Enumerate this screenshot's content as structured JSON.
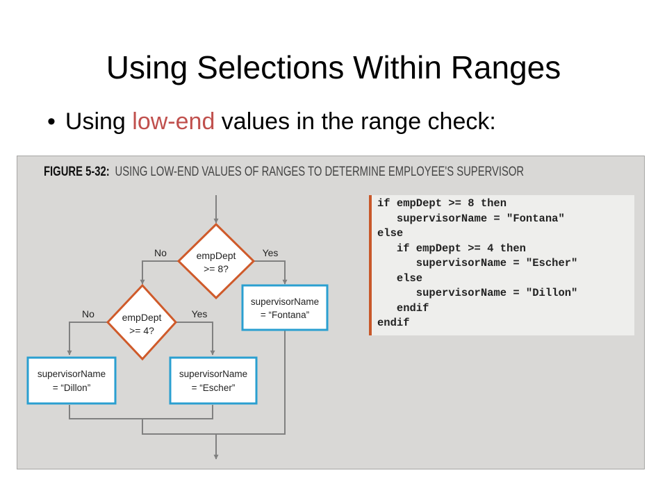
{
  "title": "Using Selections Within Ranges",
  "bullet": {
    "before": "Using ",
    "highlight": "low-end",
    "after": " values in the range check:"
  },
  "figure": {
    "number": "FIGURE 5-32:",
    "caption": "USING LOW-END VALUES OF RANGES TO DETERMINE EMPLOYEE'S SUPERVISOR"
  },
  "flowchart": {
    "decision1": {
      "line1": "empDept",
      "line2": ">= 8?"
    },
    "decision2": {
      "line1": "empDept",
      "line2": ">= 4?"
    },
    "labels": {
      "no1": "No",
      "yes1": "Yes",
      "no2": "No",
      "yes2": "Yes"
    },
    "process_fontana": {
      "line1": "supervisorName",
      "line2": "= “Fontana”"
    },
    "process_dillon": {
      "line1": "supervisorName",
      "line2": "= “Dillon”"
    },
    "process_escher": {
      "line1": "supervisorName",
      "line2": "= “Escher”"
    }
  },
  "code": [
    "if empDept >= 8 then",
    "   supervisorName = \"Fontana\"",
    "else",
    "   if empDept >= 4 then",
    "      supervisorName = \"Escher\"",
    "   else",
    "      supervisorName = \"Dillon\"",
    "   endif",
    "endif"
  ],
  "colors": {
    "decision_stroke": "#cf5a2a",
    "process_stroke": "#2a9fd0",
    "connector": "#808080",
    "code_bar": "#c8582a",
    "highlight_text": "#c0504d"
  }
}
